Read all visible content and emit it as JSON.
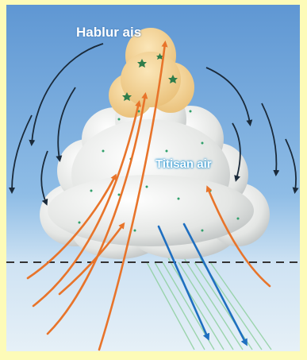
{
  "labels": {
    "ice_crystals": "Hablur ais",
    "water_droplets": "Titisan air"
  },
  "colors": {
    "border": "#fdfbb8",
    "sky_top": "#6aa0d8",
    "sky_bottom": "#cfe3f3",
    "cloud": "#eef0ee",
    "cloud_top": "#f6d79a",
    "updraft": "#e8742a",
    "downdraft": "#1f6fc0",
    "sink_arrow": "#1a2a3a",
    "rain": "#8fd0a0",
    "dashed_line": "#333333"
  },
  "icons": [
    "updraft-arrow",
    "downdraft-arrow",
    "sinking-air-arrow",
    "ice-crystal-icon",
    "water-droplet-icon"
  ]
}
